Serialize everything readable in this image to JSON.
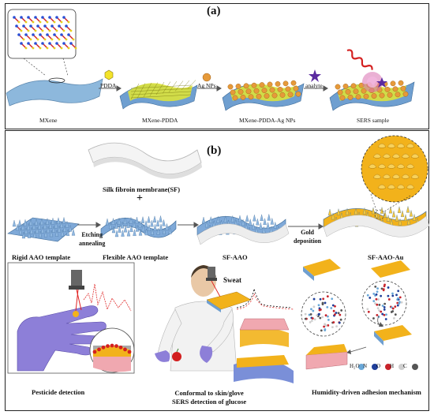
{
  "panel_a": {
    "label": "(a)",
    "reagents": {
      "pddas": "PDDA",
      "agnp": "Ag NPs",
      "analyte": "analyte"
    },
    "stages": [
      "MXene",
      "MXene-PDDA",
      "MXene-PDDA-Ag NPs",
      "SERS sample"
    ]
  },
  "panel_b": {
    "label": "(b)",
    "sf_membrane": "Silk fibroin membrane(SF)",
    "plus": "+",
    "etching": "Etching\nannealing",
    "gold": "Gold\ndeposition",
    "steps": [
      "Rigid AAO template",
      "Flexible AAO template",
      "SF-AAO",
      "SF-AAO-Au"
    ],
    "sweat": "Sweat",
    "apps": [
      "Pesticide detection",
      "Conformal to skin/glove\nSERS detection of glucose",
      "Humidity-driven adhesion mechanism"
    ],
    "legend": [
      {
        "label": "H₂O",
        "color": "#6aa8d8"
      },
      {
        "label": "N",
        "color": "#1f3f9a"
      },
      {
        "label": "O",
        "color": "#c8232b"
      },
      {
        "label": "H",
        "color": "#cfcfcf"
      },
      {
        "label": "C",
        "color": "#555555"
      }
    ]
  }
}
